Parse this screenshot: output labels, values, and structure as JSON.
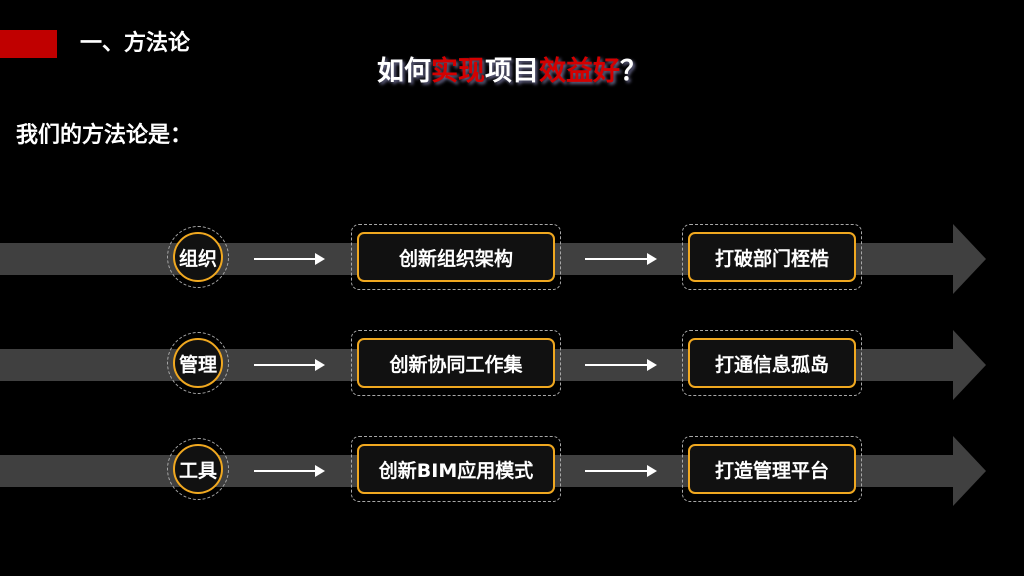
{
  "header": {
    "section_title": "一、方法论",
    "title_parts": [
      "如何",
      "实现",
      "项目",
      "效益",
      "好",
      "？"
    ],
    "subtitle": "我们的方法论是："
  },
  "rows": [
    {
      "label": "组织",
      "step1": "创新组织架构",
      "step2": "打破部门桎梏"
    },
    {
      "label": "管理",
      "step1": "创新协同工作集",
      "step2": "打通信息孤岛"
    },
    {
      "label": "工具",
      "step1": "创新BIM应用模式",
      "step2": "打造管理平台"
    }
  ],
  "colors": {
    "accent_red": "#c00000",
    "highlight_red": "#d40000",
    "border_gold": "#f0a820",
    "band_gray": "#404040"
  }
}
